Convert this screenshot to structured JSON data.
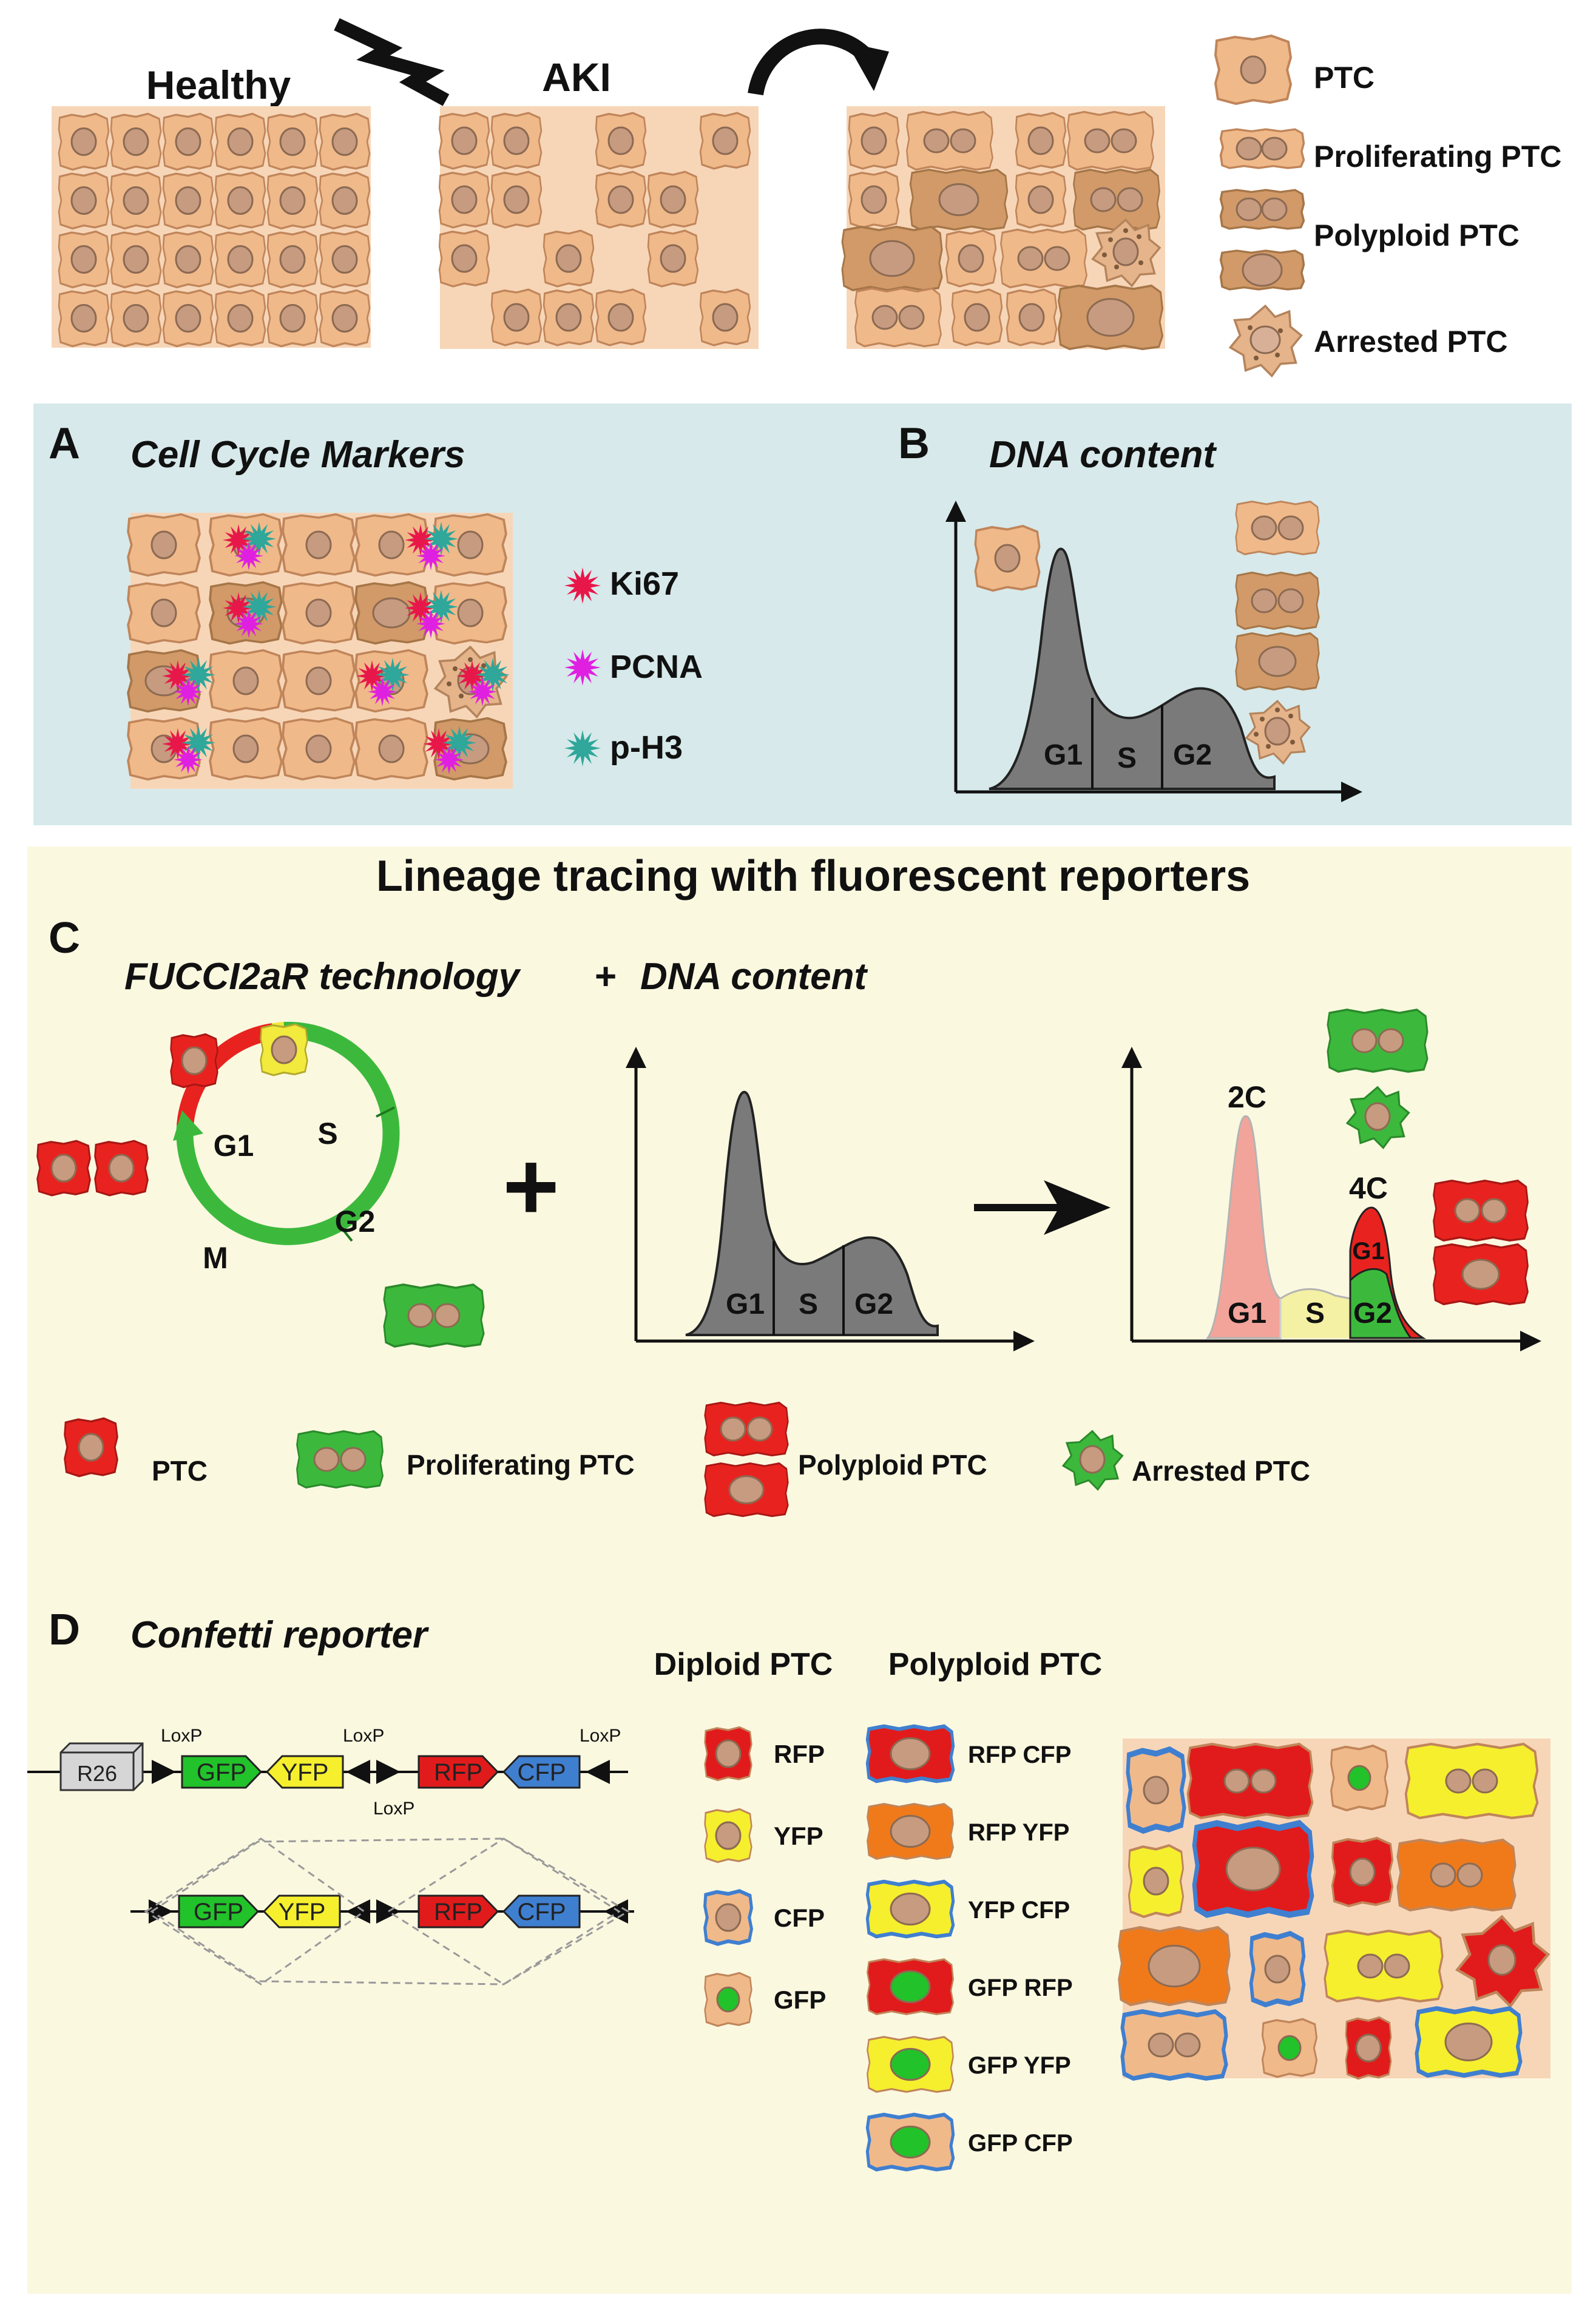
{
  "top": {
    "healthy_label": "Healthy",
    "aki_label": "AKI",
    "legend": [
      {
        "key": "ptc",
        "label": "PTC"
      },
      {
        "key": "proliferating",
        "label": "Proliferating PTC"
      },
      {
        "key": "polyploid",
        "label": "Polyploid  PTC"
      },
      {
        "key": "arrested",
        "label": "Arrested PTC"
      }
    ]
  },
  "panel_a": {
    "letter": "A",
    "title": "Cell Cycle Markers",
    "markers": [
      {
        "label": "Ki67",
        "color": "#e8174a"
      },
      {
        "label": "PCNA",
        "color": "#e020e0"
      },
      {
        "label": "p-H3",
        "color": "#2fa79a"
      }
    ]
  },
  "panel_b": {
    "letter": "B",
    "title": "DNA content",
    "phases": [
      "G1",
      "S",
      "G2"
    ]
  },
  "section_title": "Lineage tracing with fluorescent reporters",
  "panel_c": {
    "letter": "C",
    "title_left": "FUCCI2aR technology",
    "plus_small": "+",
    "title_right": "DNA content",
    "cycle_labels": [
      "G1",
      "S",
      "G2",
      "M"
    ],
    "plus_big": "+",
    "arrow": "→",
    "hist_phases": [
      "G1",
      "S",
      "G2"
    ],
    "result_labels": {
      "c2": "2C",
      "c4": "4C",
      "g1": "G1",
      "s": "S",
      "g2": "G2",
      "g1_peak": "G1",
      "g2_peak": "G2"
    },
    "legend": [
      {
        "key": "ptc",
        "label": "PTC"
      },
      {
        "key": "proliferating",
        "label": "Proliferating PTC"
      },
      {
        "key": "polyploid",
        "label": "Polyploid  PTC"
      },
      {
        "key": "arrested",
        "label": "Arrested PTC"
      }
    ],
    "colors": {
      "red": "#e8231f",
      "green": "#3cb93c",
      "yellow": "#f2ea3c"
    }
  },
  "panel_d": {
    "letter": "D",
    "title": "Confetti reporter",
    "construct": {
      "promoter": "R26",
      "genes": [
        "GFP",
        "YFP",
        "RFP",
        "CFP"
      ],
      "loxp": [
        "LoxP",
        "LoxP",
        "LoxP",
        "LoxP"
      ]
    },
    "diploid_header": "Diploid PTC",
    "polyploid_header": "Polyploid PTC",
    "diploid": [
      "RFP",
      "YFP",
      "CFP",
      "GFP"
    ],
    "polyploid": [
      "RFP CFP",
      "RFP YFP",
      "YFP CFP",
      "GFP RFP",
      "GFP YFP",
      "GFP CFP"
    ],
    "colors": {
      "gfp": "#22c22a",
      "yfp": "#f5ef2e",
      "rfp": "#e11b1b",
      "cfp": "#3f7fd0",
      "orange": "#f07a1a"
    }
  },
  "colors": {
    "cell_fill": "#f0b98a",
    "cell_edge": "#c0855a",
    "nucleus": "#c79b80",
    "tissue_bg": "#f7d6b8",
    "panel_ab_bg": "#d7e9ea",
    "panel_cd_bg": "#fbf8e0",
    "histogram_fill": "#7a7a7a"
  }
}
